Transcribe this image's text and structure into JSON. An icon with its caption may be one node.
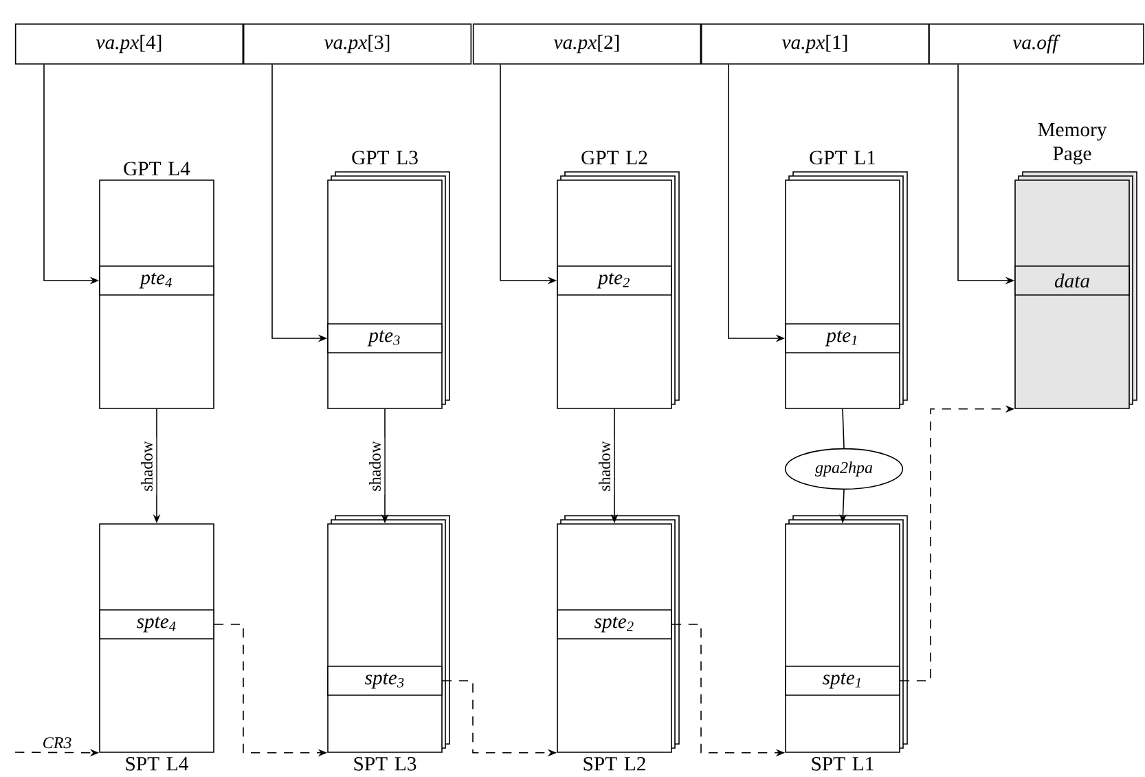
{
  "diagram": {
    "nodes": [
      {
        "text": [
          "*va.px*[4]"
        ]
      },
      {
        "text": [
          "*va.px*[3]"
        ]
      },
      {
        "text": [
          "*va.px*[2]"
        ]
      },
      {
        "text": [
          "*va.px*[1]"
        ]
      },
      {
        "text": [
          "*va.off*"
        ]
      },
      {
        "text": [
          "GPT L4"
        ]
      },
      {
        "text": [
          "pte$_{4}$"
        ],
        "in": 5
      },
      {
        "text": [
          "GPT L3"
        ]
      },
      {
        "text": [
          "pte$_{3}$"
        ],
        "in": 7
      },
      {
        "text": [
          "GPT L2"
        ]
      },
      {
        "text": [
          "pte$_{2}$"
        ],
        "in": 9
      },
      {
        "text": [
          "GPT L1"
        ]
      },
      {
        "text": [
          "pte$_{1}$"
        ],
        "in": 11
      },
      {
        "text": [
          "Memory Page"
        ]
      },
      {
        "text": [
          "data"
        ],
        "in": 13
      },
      {
        "text": [
          "gpa2hpa"
        ]
      },
      {
        "text": [
          "SPT L4"
        ]
      },
      {
        "text": [
          "spte$_{4}$"
        ],
        "in": 16
      },
      {
        "text": [
          "SPT L3"
        ]
      },
      {
        "text": [
          "spte$_{3}$"
        ],
        "in": 18
      },
      {
        "text": [
          "SPT L2"
        ]
      },
      {
        "text": [
          "spte$_{2}$"
        ],
        "in": 20
      },
      {
        "text": [
          "SPT L1"
        ]
      },
      {
        "text": [
          "spte$_{1}$"
        ],
        "in": 22
      }
    ],
    "edges": [
      {
        "from": 0,
        "to": 6,
        "arrow": "to"
      },
      {
        "from": 1,
        "to": 8,
        "arrow": "to"
      },
      {
        "from": 2,
        "to": 10,
        "arrow": "to"
      },
      {
        "from": 3,
        "to": 12,
        "arrow": "to"
      },
      {
        "from": 4,
        "to": 14,
        "arrow": "to"
      },
      {
        "from": 5,
        "to": 16,
        "arrow": "to",
        "label": "shadow"
      },
      {
        "from": 7,
        "to": 18,
        "arrow": "to",
        "label": "shadow"
      },
      {
        "from": 9,
        "to": 20,
        "arrow": "to",
        "label": "shadow"
      },
      {
        "from": 11,
        "to": 15,
        "arrow": "none"
      },
      {
        "from": 15,
        "to": 22,
        "arrow": "to"
      },
      {
        "from": null,
        "to": 16,
        "arrow": "to",
        "style": "dashed",
        "label": "*CR3*"
      },
      {
        "from": 17,
        "to": 18,
        "arrow": "to",
        "style": "dashed"
      },
      {
        "from": 19,
        "to": 20,
        "arrow": "to",
        "style": "dashed"
      },
      {
        "from": 21,
        "to": 22,
        "arrow": "to",
        "style": "dashed"
      },
      {
        "from": 23,
        "to": 13,
        "arrow": "to",
        "style": "dashed"
      }
    ]
  }
}
